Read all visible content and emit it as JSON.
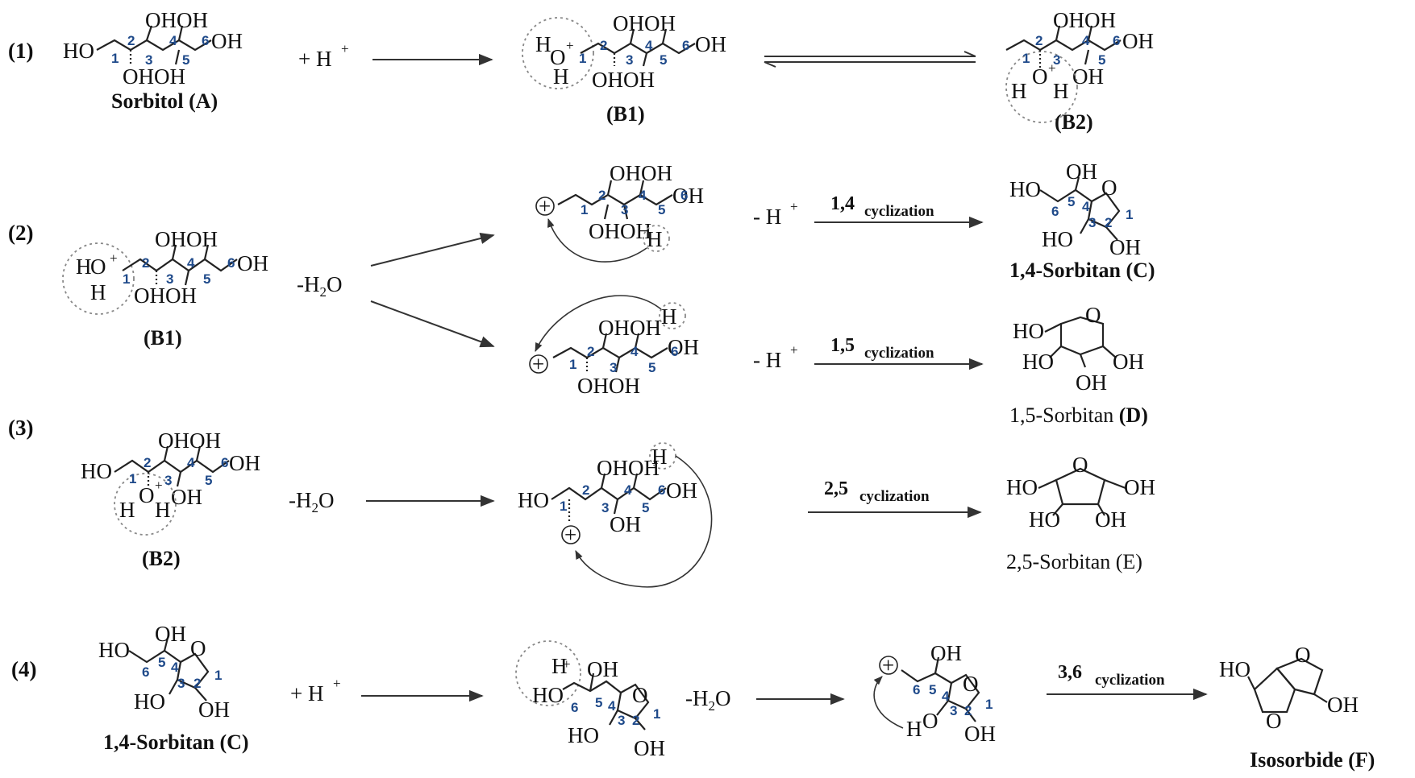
{
  "steps": {
    "s1": "(1)",
    "s2": "(2)",
    "s3": "(3)",
    "s4": "(4)"
  },
  "compounds": {
    "A": "Sorbitol (A)",
    "B1": "(B1)",
    "B2": "(B2)",
    "C": "1,4-Sorbitan (C)",
    "D_text": "1,5-Sorbitan ",
    "D_id": "(D)",
    "E": "2,5-Sorbitan (E)",
    "F": "Isosorbide (F)"
  },
  "reagents": {
    "add_h": "+ H",
    "h_plus_sup": "+",
    "minus_h": "- H",
    "minus_h2o_prefix": "-H",
    "minus_h2o_sub": "2",
    "minus_h2o_suffix": "O"
  },
  "conditions": {
    "c14_num": "1,4",
    "c15_num": "1,5",
    "c25_num": "2,5",
    "c36_num": "3,6",
    "cyclization": "cyclization"
  },
  "atoms": {
    "OH": "OH",
    "HO": "HO",
    "O": "O",
    "H": "H",
    "OHOH": "OHOH",
    "plus": "+"
  },
  "carbon_numbers": [
    "1",
    "2",
    "3",
    "4",
    "5",
    "6"
  ]
}
